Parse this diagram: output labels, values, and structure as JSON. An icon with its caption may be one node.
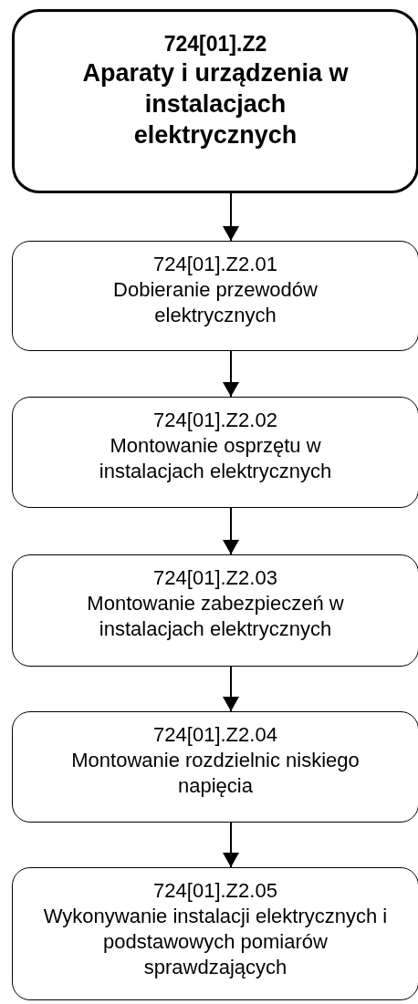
{
  "diagram": {
    "nodes": [
      {
        "text": [
          "724[01].Z2",
          "Aparaty i urządzenia w instalacjach elektrycznych"
        ]
      },
      {
        "text": [
          "724[01].Z2.01",
          "Dobieranie przewodów elektrycznych"
        ]
      },
      {
        "text": [
          "724[01].Z2.02",
          "Montowanie osprzętu w instalacjach elektrycznych"
        ]
      },
      {
        "text": [
          "724[01].Z2.03",
          "Montowanie zabezpieczeń w instalacjach elektrycznych"
        ]
      },
      {
        "text": [
          "724[01].Z2.04",
          "Montowanie rozdzielnic niskiego napięcia"
        ]
      },
      {
        "text": [
          "724[01].Z2.05",
          "Wykonywanie instalacji elektrycznych i podstawowych pomiarów sprawdzających"
        ]
      }
    ],
    "edges": [
      {
        "from": 0,
        "to": 1,
        "arrow": "to"
      },
      {
        "from": 1,
        "to": 2,
        "arrow": "to"
      },
      {
        "from": 2,
        "to": 3,
        "arrow": "to"
      },
      {
        "from": 3,
        "to": 4,
        "arrow": "to"
      },
      {
        "from": 4,
        "to": 5,
        "arrow": "to"
      }
    ]
  }
}
